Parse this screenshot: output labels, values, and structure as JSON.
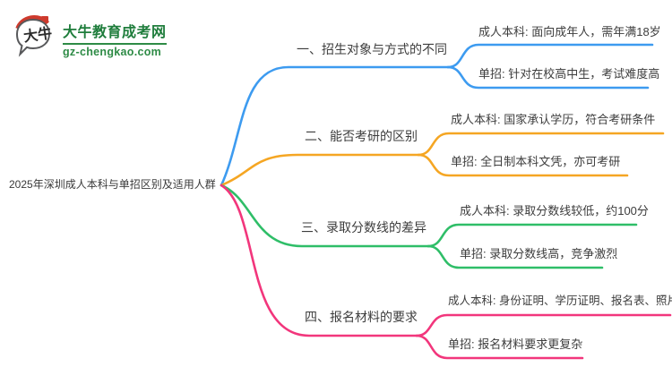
{
  "logo": {
    "icon_text": "大牛",
    "title": "大牛教育成考网",
    "domain": "gz-chengkao.com",
    "green": "#1f7d3c",
    "red": "#ce3a2d"
  },
  "mindmap": {
    "root": "2025年深圳成人本科与单招区别及适用人群",
    "branches": [
      {
        "label": "一、招生对象与方式的不同",
        "color": "#3d9bf0",
        "children": [
          "成人本科: 面向成年人，需年满18岁",
          "单招: 针对在校高中生，考试难度高"
        ]
      },
      {
        "label": "二、能否考研的区别",
        "color": "#f5a623",
        "children": [
          "成人本科: 国家承认学历，符合考研条件",
          "单招: 全日制本科文凭，亦可考研"
        ]
      },
      {
        "label": "三、录取分数线的差异",
        "color": "#2fbe68",
        "children": [
          "成人本科: 录取分数线较低，约100分",
          "单招: 录取分数线高，竞争激烈"
        ]
      },
      {
        "label": "四、报名材料的要求",
        "color": "#f2367c",
        "children": [
          "成人本科: 身份证明、学历证明、报名表、照片",
          "单招: 报名材料要求更复杂"
        ]
      }
    ]
  }
}
